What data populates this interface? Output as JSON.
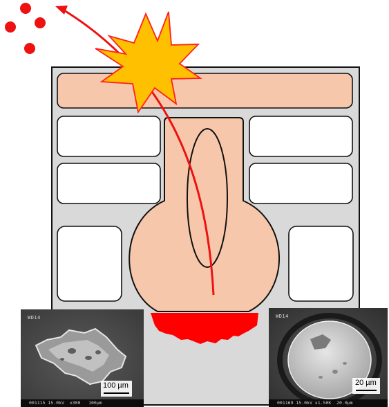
{
  "colors": {
    "ejecta": "#ee1111",
    "spark_fill": "#ffc000",
    "spark_stroke": "#ff2020",
    "particle_fill": "#f6c7aa",
    "chamber_fill": "#d9d9d9",
    "melt": "#ff0000"
  },
  "sem_left": {
    "wd_label": "WD14",
    "scale_label": "100 µm",
    "footer_text": "001115 15.0kV  x300   100µm"
  },
  "sem_right": {
    "wd_label": "WD14",
    "scale_label": "20 µm",
    "footer_text": "001169 15.0kV x1.50K  20.0µm"
  }
}
